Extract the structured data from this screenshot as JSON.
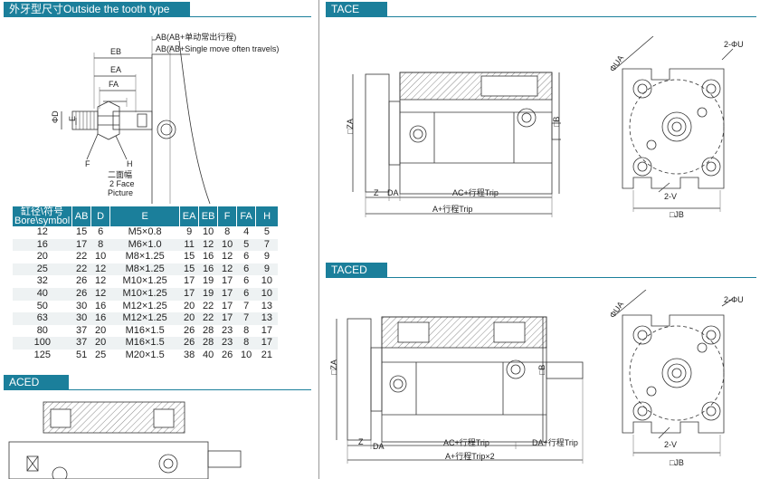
{
  "sections": {
    "outside_tooth": "外牙型尺寸Outside the tooth type size",
    "tace": "TACE",
    "taced": "TACED",
    "aced": "ACED"
  },
  "outside_drawing": {
    "ab_cn": "AB(AB+单动常出行程)",
    "ab_en": "AB(AB+Single move often travels)",
    "eb": "EB",
    "ea": "EA",
    "fa": "FA",
    "phi_d": "ΦD",
    "e": "E",
    "f": "F",
    "h": "H",
    "two_face_cn": "二面幅",
    "two_face_en1": "2 Face",
    "two_face_en2": "Picture"
  },
  "table": {
    "headers": [
      "缸径\\符号",
      "AB",
      "D",
      "E",
      "EA",
      "EB",
      "F",
      "FA",
      "H"
    ],
    "header_bore_en": "Bore\\symbol",
    "rows": [
      [
        "12",
        "15",
        "6",
        "M5×0.8",
        "9",
        "10",
        "8",
        "4",
        "5"
      ],
      [
        "16",
        "17",
        "8",
        "M6×1.0",
        "11",
        "12",
        "10",
        "5",
        "7"
      ],
      [
        "20",
        "22",
        "10",
        "M8×1.25",
        "15",
        "16",
        "12",
        "6",
        "9"
      ],
      [
        "25",
        "22",
        "12",
        "M8×1.25",
        "15",
        "16",
        "12",
        "6",
        "9"
      ],
      [
        "32",
        "26",
        "12",
        "M10×1.25",
        "17",
        "19",
        "17",
        "6",
        "10"
      ],
      [
        "40",
        "26",
        "12",
        "M10×1.25",
        "17",
        "19",
        "17",
        "6",
        "10"
      ],
      [
        "50",
        "30",
        "16",
        "M12×1.25",
        "20",
        "22",
        "17",
        "7",
        "13"
      ],
      [
        "63",
        "30",
        "16",
        "M12×1.25",
        "20",
        "22",
        "17",
        "7",
        "13"
      ],
      [
        "80",
        "37",
        "20",
        "M16×1.5",
        "26",
        "28",
        "23",
        "8",
        "17"
      ],
      [
        "100",
        "37",
        "20",
        "M16×1.5",
        "26",
        "28",
        "23",
        "8",
        "17"
      ],
      [
        "125",
        "51",
        "25",
        "M20×1.5",
        "38",
        "40",
        "26",
        "10",
        "21"
      ]
    ]
  },
  "tace_drawing": {
    "za": "□ZA",
    "b": "□B",
    "z": "Z",
    "da": "DA",
    "ac": "AC+行程Trip",
    "a": "A+行程Trip",
    "phi_ua": "ΦUA",
    "two_phi_u": "2-ΦU",
    "two_v": "2-V",
    "jb": "□JB"
  },
  "taced_drawing": {
    "za": "□ZA",
    "b": "□B",
    "z": "Z",
    "da": "DA",
    "ac": "AC+行程Trip",
    "da2": "DA+行程Trip",
    "a": "A+行程Trip×2",
    "phi_ua": "ΦUA",
    "two_phi_u": "2-ΦU",
    "two_v": "2-V",
    "jb": "□JB"
  },
  "colors": {
    "accent": "#1b7f9b",
    "line": "#333333",
    "hatch": "#555555"
  }
}
